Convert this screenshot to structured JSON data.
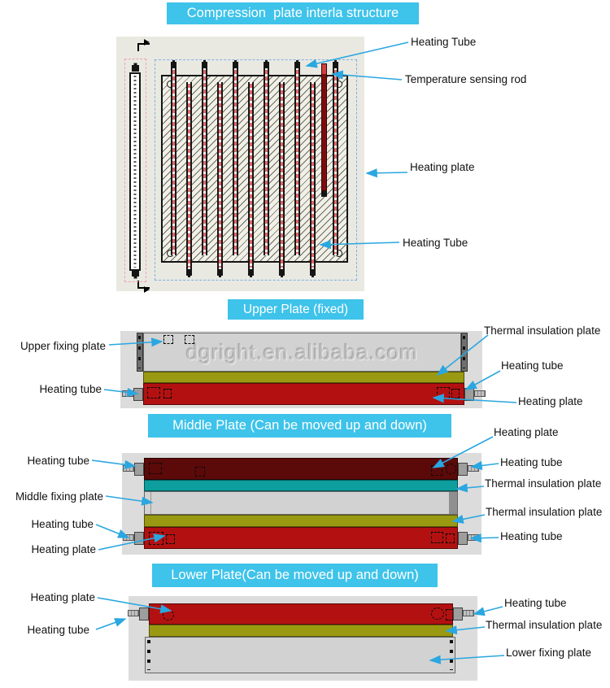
{
  "title_banner": {
    "text": "Compression  plate interla structure"
  },
  "top_diagram": {
    "labels": {
      "heating_tube_top": "Heating Tube",
      "temperature_sensing_rod": "Temperature sensing rod",
      "heating_plate": "Heating plate",
      "heating_tube_bottom": "Heating Tube"
    }
  },
  "upper_section": {
    "banner": "Upper Plate (fixed)",
    "watermark": "dgright.en.alibaba.com",
    "labels": {
      "upper_fixing_plate": "Upper fixing plate",
      "heating_tube_left": "Heating tube",
      "thermal_insulation_plate": "Thermal insulation plate",
      "heating_tube_right": "Heating tube",
      "heating_plate": "Heating plate"
    }
  },
  "middle_section": {
    "banner": "Middle Plate (Can be moved up and down)",
    "labels": {
      "heating_tube_top_left": "Heating tube",
      "middle_fixing_plate": "Middle fixing plate",
      "heating_tube_bottom_left": "Heating tube",
      "heating_plate_bottom_left": "Heating plate",
      "heating_plate_top_right": "Heating plate",
      "heating_tube_top_right": "Heating tube",
      "thermal_insulation_plate_upper": "Thermal insulation plate",
      "thermal_insulation_plate_lower": "Thermal insulation plate",
      "heating_tube_bottom_right": "Heating tube"
    }
  },
  "lower_section": {
    "banner": "Lower Plate(Can be moved up and down)",
    "labels": {
      "heating_plate_left": "Heating plate",
      "heating_tube_left": "Heating tube",
      "heating_tube_right": "Heating tube",
      "thermal_insulation_plate": "Thermal insulation plate",
      "lower_fixing_plate": "Lower fixing plate"
    }
  },
  "colors": {
    "banner_bg": "#3ec3ea",
    "arrow_blue": "#2aa7e0",
    "heating_plate_red": "#b31111",
    "heating_plate_dark_red": "#5c0909",
    "thermal_insulation_olive": "#9a9a12",
    "thermal_insulation_teal": "#0e9e9e",
    "fixing_plate_gray": "#d2d2d2",
    "panel_bg": "#dcdcdc",
    "drawing_bg": "#e9e9e1"
  }
}
